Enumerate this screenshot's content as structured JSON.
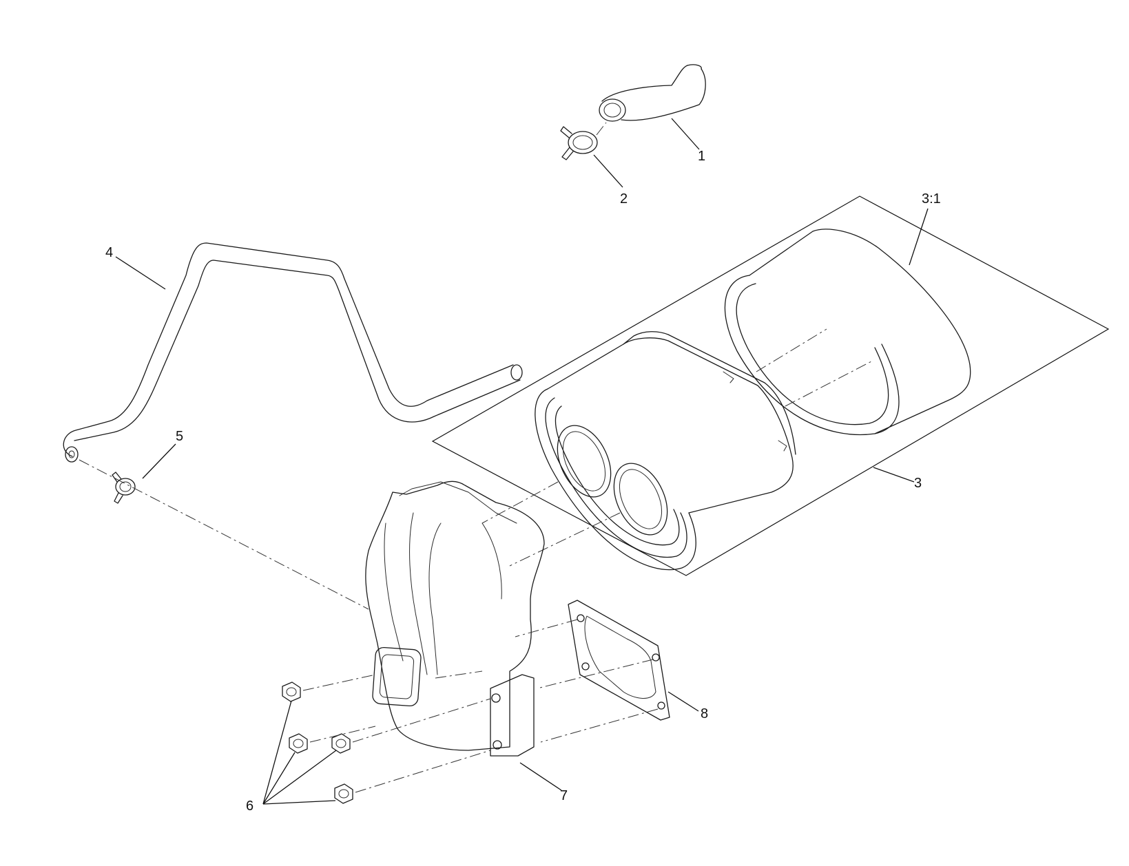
{
  "callouts": {
    "c1": "1",
    "c2": "2",
    "c3": "3",
    "c3_1": "3:1",
    "c4": "4",
    "c5": "5",
    "c6": "6",
    "c7": "7",
    "c8": "8"
  }
}
